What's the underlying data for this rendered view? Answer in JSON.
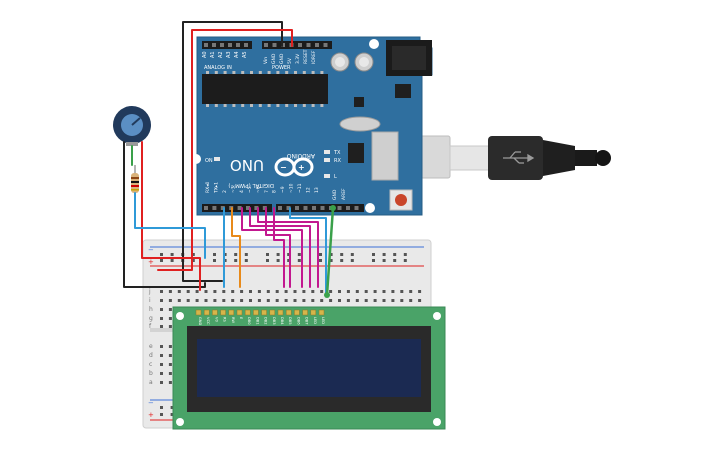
{
  "arduino": {
    "power_label": "POWER",
    "analog_label": "ANALOG IN",
    "analog_pins": [
      "A0",
      "A1",
      "A2",
      "A3",
      "A4",
      "A5"
    ],
    "power_pins": [
      "IOREF",
      "RESET",
      "3.3V",
      "5V",
      "GND",
      "GND",
      "Vin"
    ],
    "brand": "ARDUINO",
    "model": "UNO",
    "digital_label": "DIGITAL (PWM~)",
    "on_label": "ON",
    "tx_label": "TX",
    "rx_label": "RX",
    "l_label": "L",
    "aref_label": "AREF",
    "gnd_label": "GND",
    "digital_pins": [
      "13",
      "12",
      "~11",
      "~10",
      "~9",
      "8",
      "7",
      "~6",
      "~5",
      "4",
      "~3",
      "2",
      "TX▸1",
      "RX◂0"
    ]
  },
  "breadboard": {
    "row_letters_top": [
      "j",
      "i",
      "h",
      "g",
      "f"
    ],
    "row_letters_bottom": [
      "e",
      "d",
      "c",
      "b",
      "a"
    ],
    "rail_plus": "+",
    "rail_minus": "−"
  },
  "lcd": {
    "pin_labels": [
      "GND",
      "VCC",
      "V0",
      "RS",
      "RW",
      "E",
      "DB0",
      "DB1",
      "DB2",
      "DB3",
      "DB4",
      "DB5",
      "DB6",
      "DB7",
      "LED",
      "LED"
    ]
  },
  "colors": {
    "board_blue": "#2f6f9f",
    "breadboard": "#eaeaea",
    "lcd_green": "#4aa368",
    "lcd_screen": "#1b2a52",
    "wire_red": "#e02020",
    "wire_black": "#222222",
    "wire_blue": "#2f9ad8",
    "wire_orange": "#e88a1a",
    "wire_magenta": "#c2188f",
    "wire_green": "#3aa04a"
  }
}
